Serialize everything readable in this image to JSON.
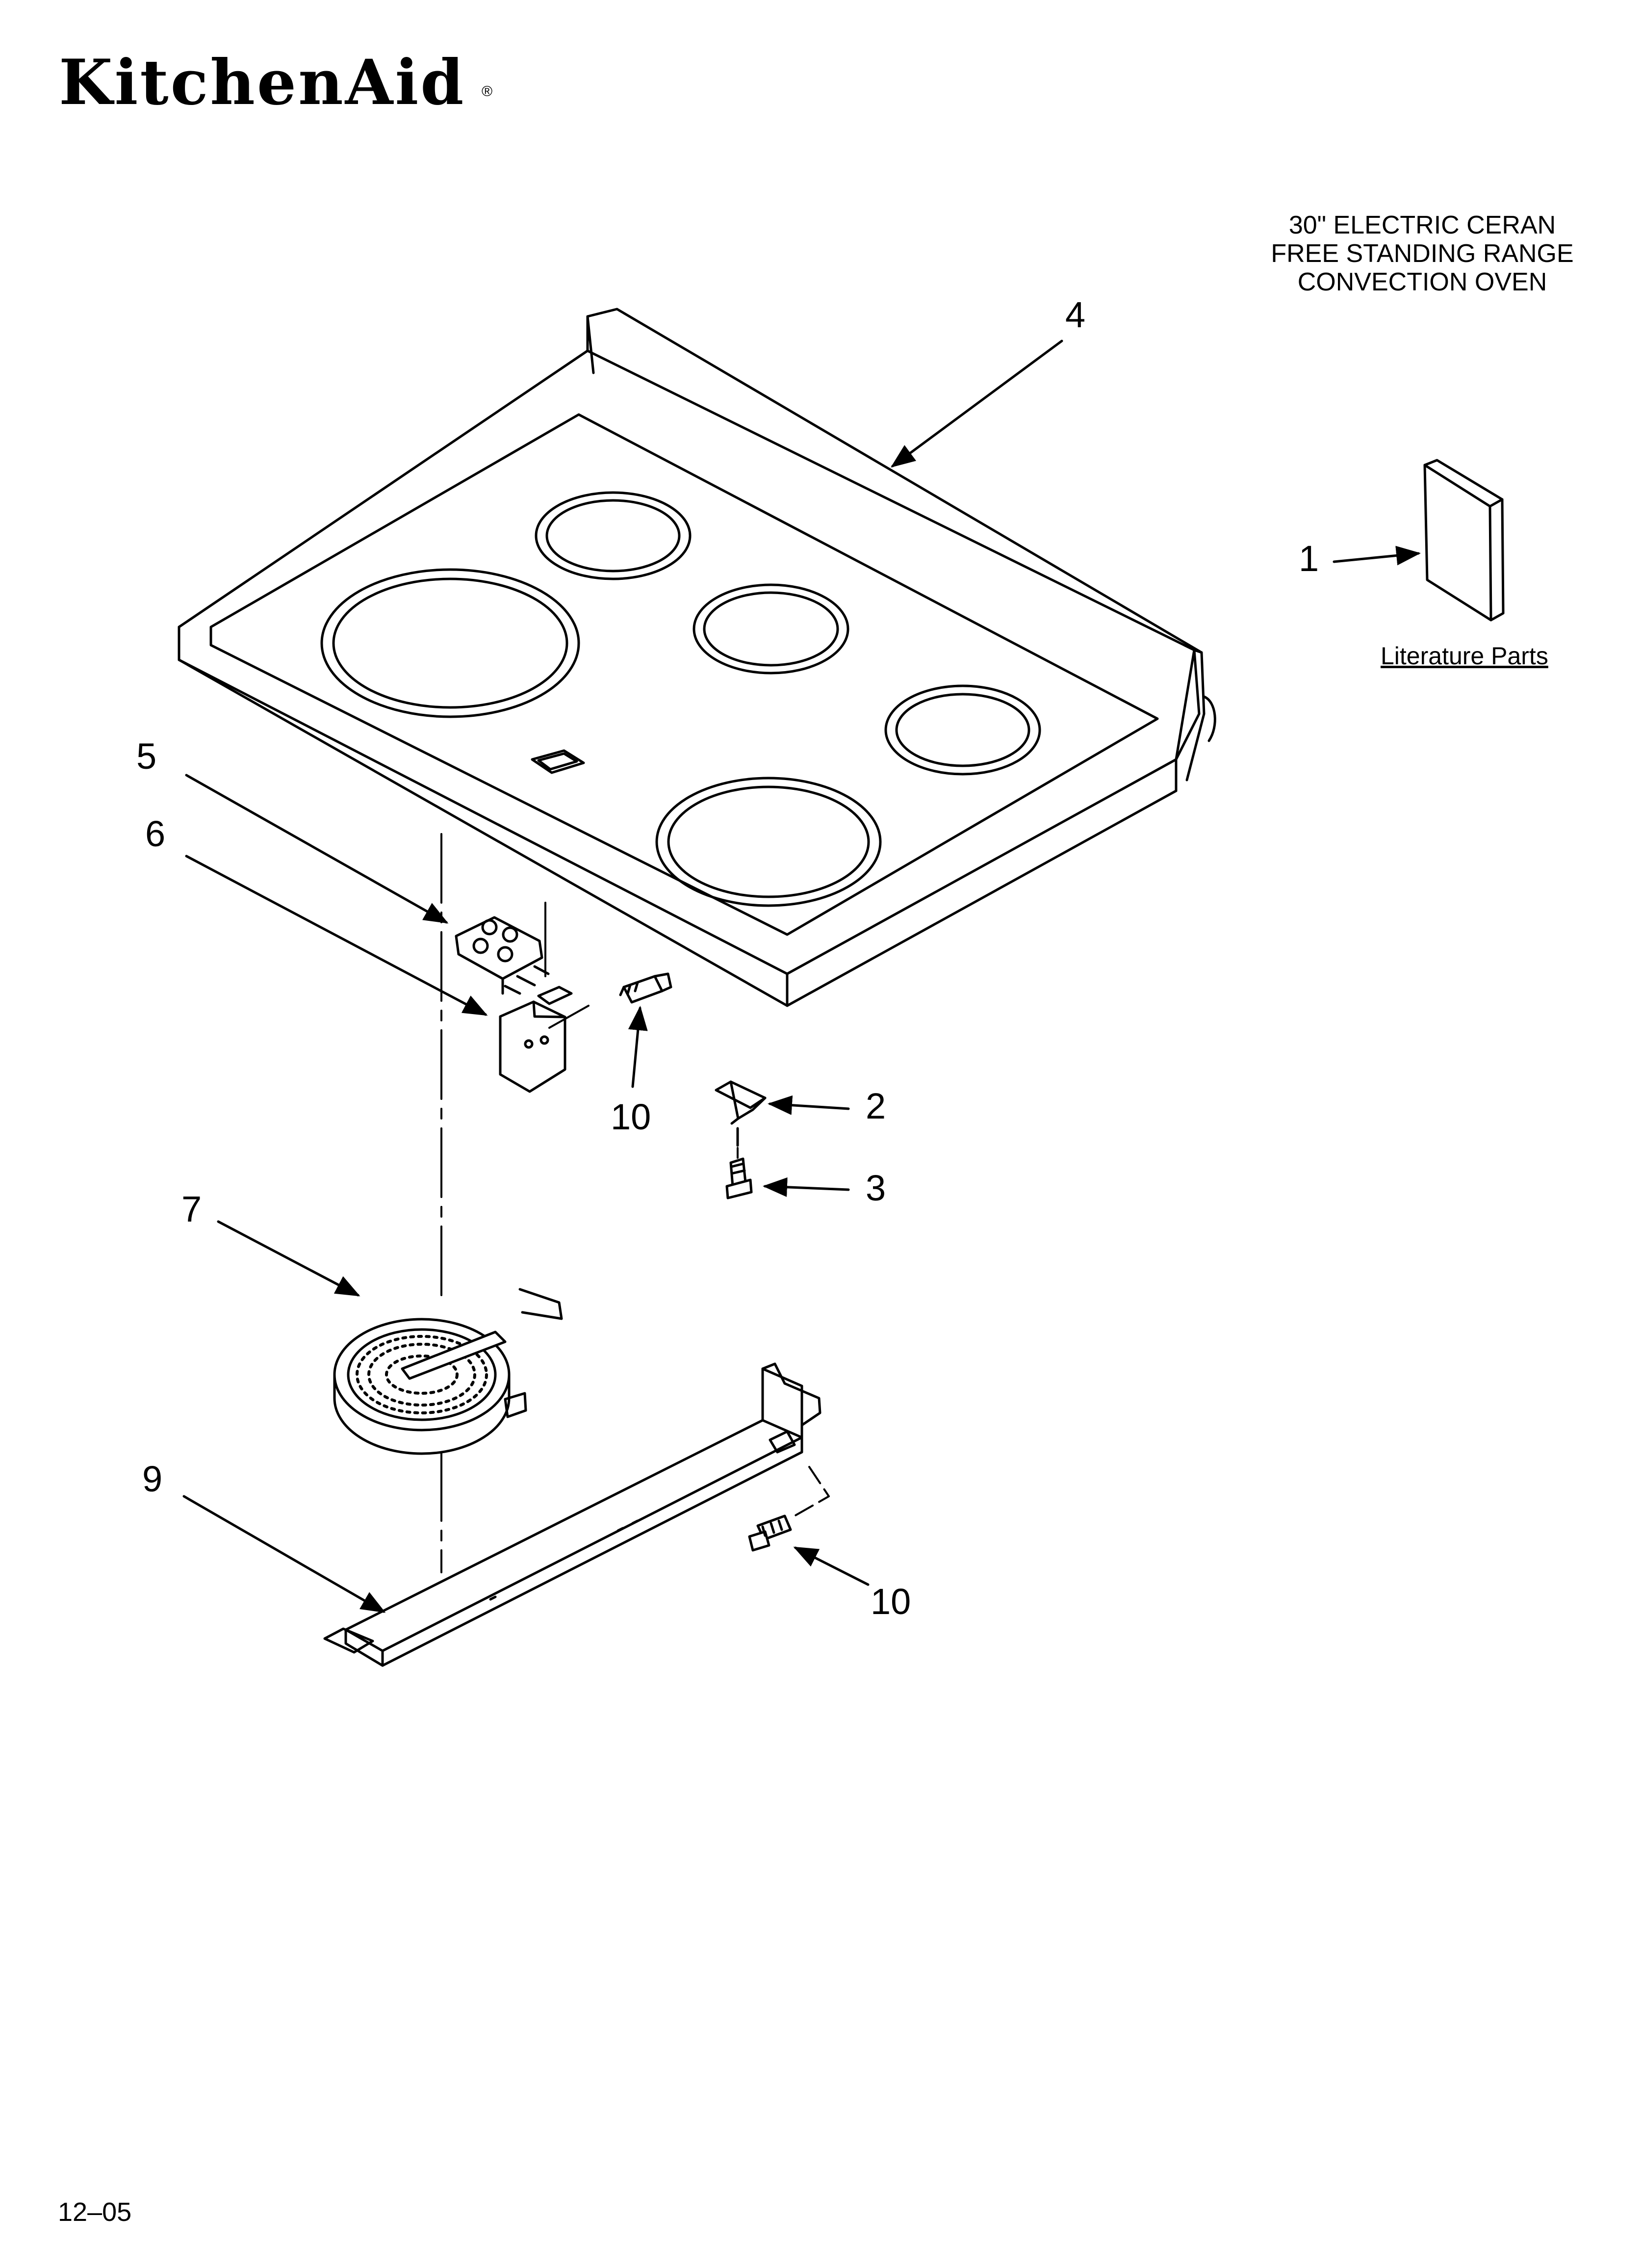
{
  "brand": {
    "name": "KitchenAid",
    "registered": "®"
  },
  "title": {
    "line1": "30\" ELECTRIC CERAN",
    "line2": "FREE STANDING RANGE",
    "line3": "CONVECTION OVEN"
  },
  "literature_label": "Literature Parts",
  "callouts": {
    "c1": "1",
    "c2": "2",
    "c3": "3",
    "c4": "4",
    "c5": "5",
    "c6": "6",
    "c7": "7",
    "c9": "9",
    "c10a": "10",
    "c10b": "10"
  },
  "footer": {
    "date_code": "12–05"
  }
}
